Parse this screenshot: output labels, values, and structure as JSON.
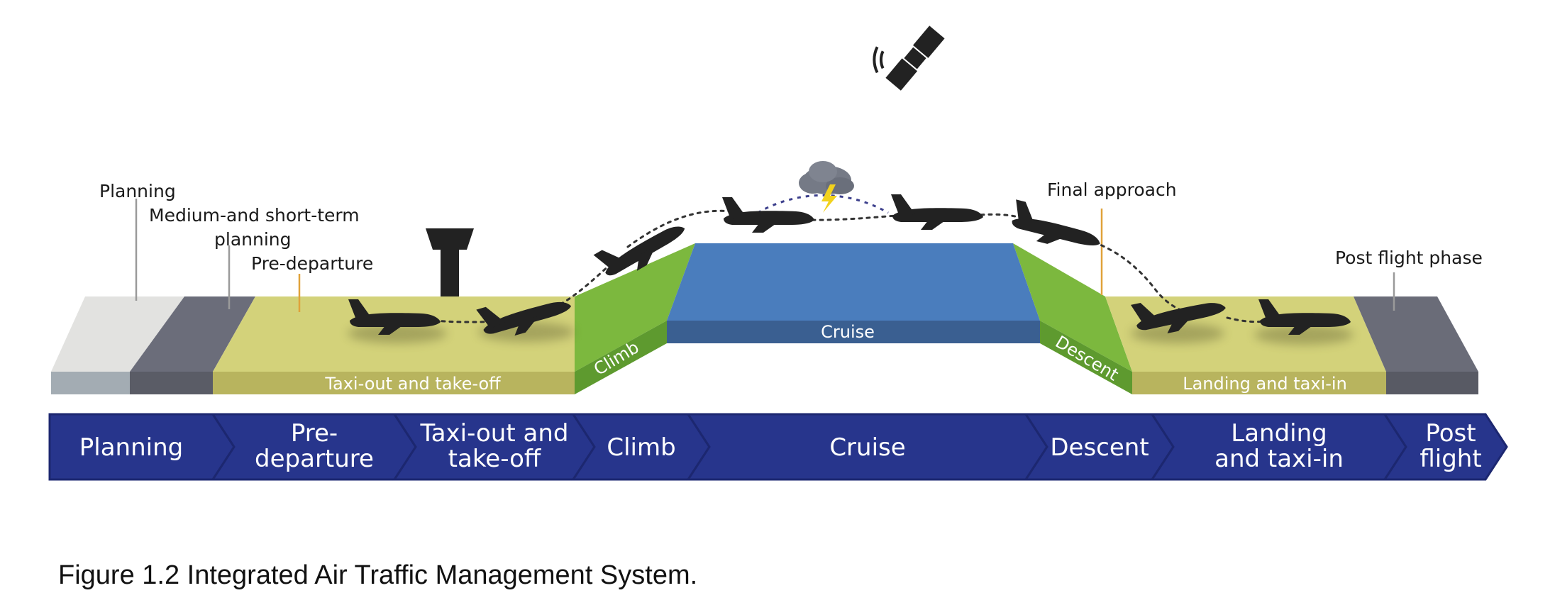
{
  "caption": "Figure 1.2 Integrated Air Traffic Management System.",
  "callouts": {
    "planning": "Planning",
    "medium_line1": "Medium-and short-term",
    "medium_line2": "planning",
    "pre_departure": "Pre-departure",
    "final_approach": "Final approach",
    "post_flight_phase": "Post flight phase"
  },
  "platform_labels": {
    "taxi_out": "Taxi-out and take-off",
    "climb": "Climb",
    "cruise": "Cruise",
    "descent": "Descent",
    "landing": "Landing and taxi-in"
  },
  "phases": [
    {
      "lines": [
        "Planning"
      ]
    },
    {
      "lines": [
        "Pre-",
        "departure"
      ]
    },
    {
      "lines": [
        "Taxi-out and",
        "take-off"
      ]
    },
    {
      "lines": [
        "Climb"
      ]
    },
    {
      "lines": [
        "Cruise"
      ]
    },
    {
      "lines": [
        "Descent"
      ]
    },
    {
      "lines": [
        "Landing",
        "and taxi-in"
      ]
    },
    {
      "lines": [
        "Post",
        "flight"
      ]
    }
  ],
  "colors": {
    "planning_top": "#e2e2e0",
    "planning_front": "#a3acb3",
    "medium_top": "#6b6d7a",
    "medium_front": "#5a5c66",
    "ground_top": "#d3d27a",
    "ground_front": "#b8b45e",
    "slope_top": "#7cb83e",
    "slope_front": "#5e9a2f",
    "cruise_top": "#4a7dbd",
    "cruise_front": "#3a5f91",
    "post_top": "#6a6c78",
    "post_front": "#585a64",
    "phase_arrow": "#27358c",
    "callout_grey": "#9a9a9a",
    "callout_orange": "#e0a23a",
    "storm_arc": "#3c3f8c",
    "lightning": "#f2d21c",
    "aircraft": "#222222"
  },
  "icons": [
    "satellite-icon",
    "control-tower-icon",
    "storm-cloud-icon",
    "lightning-icon",
    "airplane-icon"
  ]
}
